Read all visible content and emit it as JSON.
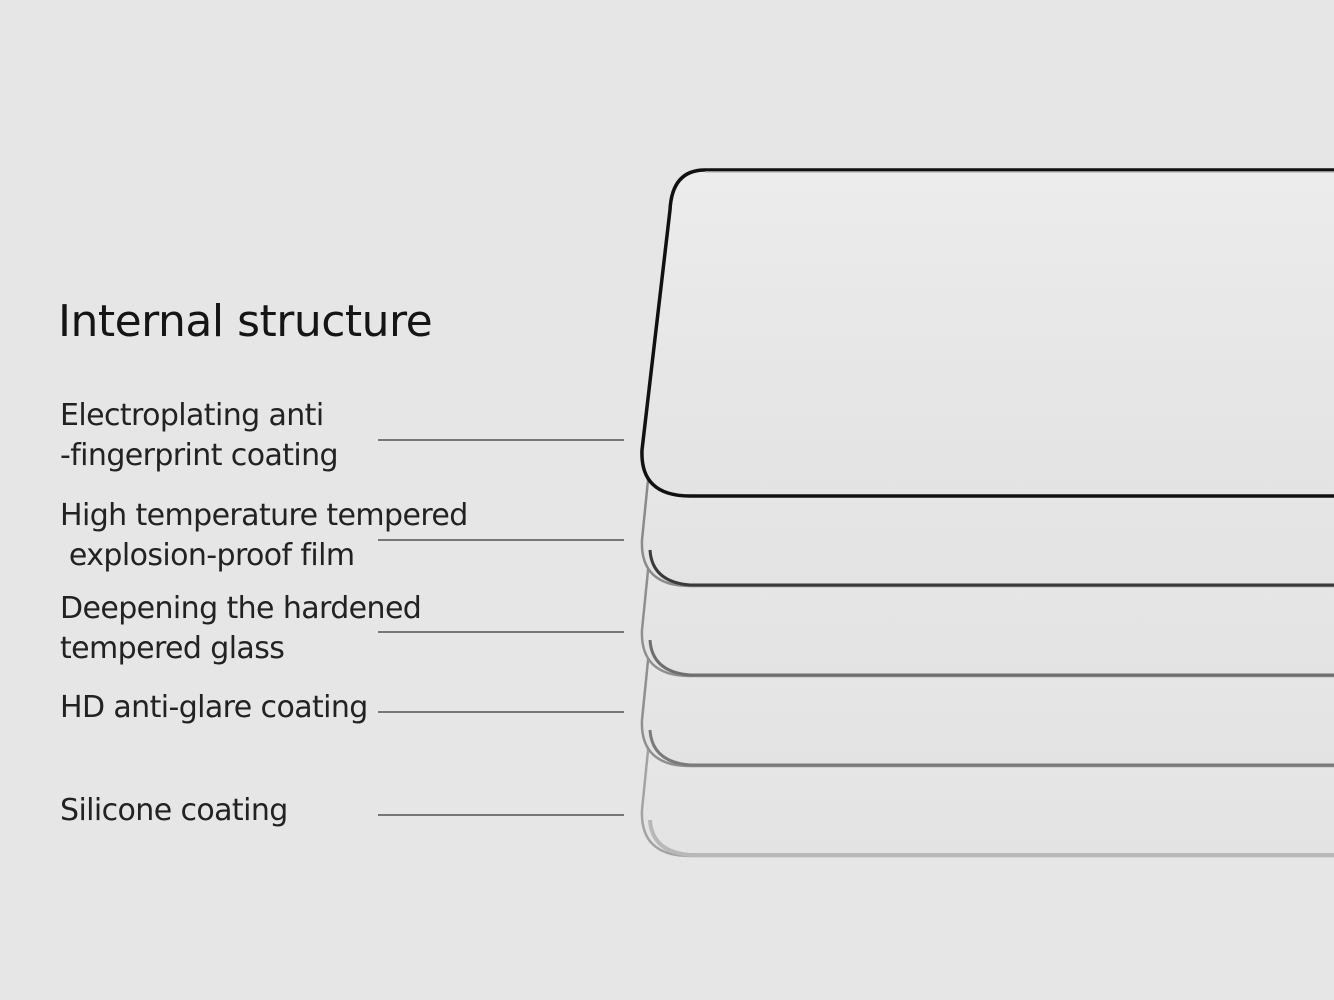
{
  "title": "Internal structure",
  "layers": [
    {
      "line1": "Electroplating anti",
      "line2": "-fingerprint coating"
    },
    {
      "line1": "High temperature tempered",
      "line2": " explosion-proof film"
    },
    {
      "line1": "Deepening the hardened",
      "line2": "tempered glass"
    },
    {
      "line1": "HD anti-glare coating",
      "line2": ""
    },
    {
      "line1": "Silicone coating",
      "line2": ""
    }
  ],
  "colors": {
    "background": "#e6e6e6",
    "text": "#222222",
    "leader_line": "#333333",
    "top_layer_edge": "#111111",
    "layer_edge": "#8a8a8a"
  }
}
